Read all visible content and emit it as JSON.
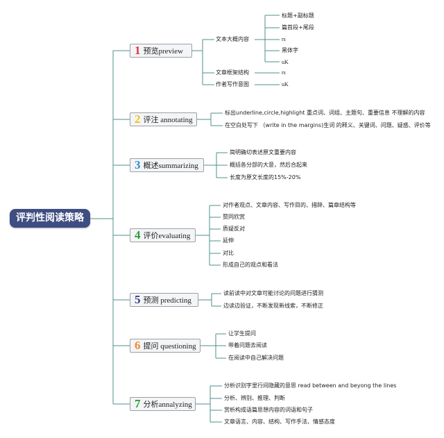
{
  "root": {
    "title": "评判性阅读策略"
  },
  "colors": {
    "line": "#4d8f8b",
    "root_bg": "#3e4d82",
    "num1": "#e0313e",
    "num2": "#f0c21b",
    "num3": "#2b8fd6",
    "num4": "#2c9c3a",
    "num5": "#2f3f80",
    "num6": "#f0892b",
    "num7": "#2c9c3a"
  },
  "branches": [
    {
      "num": "1",
      "label": "预览preview",
      "children": [
        {
          "text": "文本大概内容",
          "children": [
            "标题+副标题",
            "篇首段+尾段",
            "rs",
            "黑体字",
            "uK"
          ]
        },
        {
          "text": "文章框架结构",
          "children": [
            "rs"
          ]
        },
        {
          "text": "作者写作意图",
          "children": [
            "uK"
          ]
        }
      ]
    },
    {
      "num": "2",
      "label": "评注 annotating",
      "children": [
        {
          "text": "标出underline,circle,highlight 重点词、词组、主题句、重要信息 不理解的内容"
        },
        {
          "text": "在空白处写下 （write in the margins)生词 的释义、关键词、问题、疑惑、评价等"
        }
      ]
    },
    {
      "num": "3",
      "label": "概述summarizing",
      "children": [
        {
          "text": "简明确切表述原文重要内容"
        },
        {
          "text": "概括各分部的大意，然后合起来"
        },
        {
          "text": "长度为原文长度的15%-20%"
        }
      ]
    },
    {
      "num": "4",
      "label": "评价evaluating",
      "children": [
        {
          "text": "对作者观点、文章内容、写作目的、措辞、篇章结构等"
        },
        {
          "text": "赞同欣赏"
        },
        {
          "text": "质疑反对"
        },
        {
          "text": "延伸"
        },
        {
          "text": "对比"
        },
        {
          "text": "形成自己的观点和看法"
        }
      ]
    },
    {
      "num": "5",
      "label": "预测 predicting",
      "children": [
        {
          "text": "读前读中对文章可能讨论的问题进行猜测"
        },
        {
          "text": "边读边验证，不断发现新线索，不断修正"
        }
      ]
    },
    {
      "num": "6",
      "label": "提问 questioning",
      "children": [
        {
          "text": "让学生提问"
        },
        {
          "text": "带着问题去阅读"
        },
        {
          "text": "在阅读中自己解决问题"
        }
      ]
    },
    {
      "num": "7",
      "label": "分析annalyzing",
      "children": [
        {
          "text": "分析识别字里行间隐藏的意思 read between and beyong the lines"
        },
        {
          "text": "分析、辨别、推理、判断"
        },
        {
          "text": "赏析构成语篇思想内容的词语和句子"
        },
        {
          "text": "文章语言、内容、结构、写作手法、情感态度"
        }
      ]
    }
  ]
}
